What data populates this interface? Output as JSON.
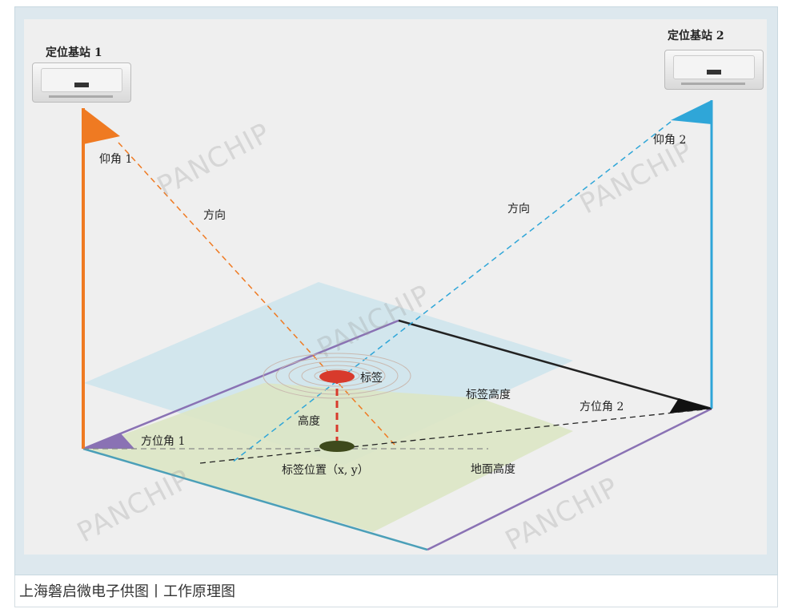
{
  "diagram": {
    "station1_label": "定位基站 1",
    "station2_label": "定位基站 2",
    "elevation1_label": "仰角 1",
    "elevation2_label": "仰角 2",
    "direction1_label": "方向",
    "direction2_label": "方向",
    "tag_label": "标签",
    "tag_height_label": "标签高度",
    "height_label": "高度",
    "azimuth1_label": "方位角 1",
    "azimuth2_label": "方位角 2",
    "tag_position_label": "标签位置（x, y）",
    "ground_height_label": "地面高度",
    "watermark_text": "PANCHIP"
  },
  "colors": {
    "orange": "#ef7a22",
    "blue": "#2fa6d8",
    "purple": "#8a72b4",
    "teal": "#4b9fb8",
    "tag_red": "#d83a2c",
    "tag_dark": "#3e4a1c",
    "tag_plane": "#cde4ec",
    "ground_plane": "#dbe6c4"
  },
  "caption": {
    "text": "上海磐启微电子供图丨工作原理图"
  }
}
